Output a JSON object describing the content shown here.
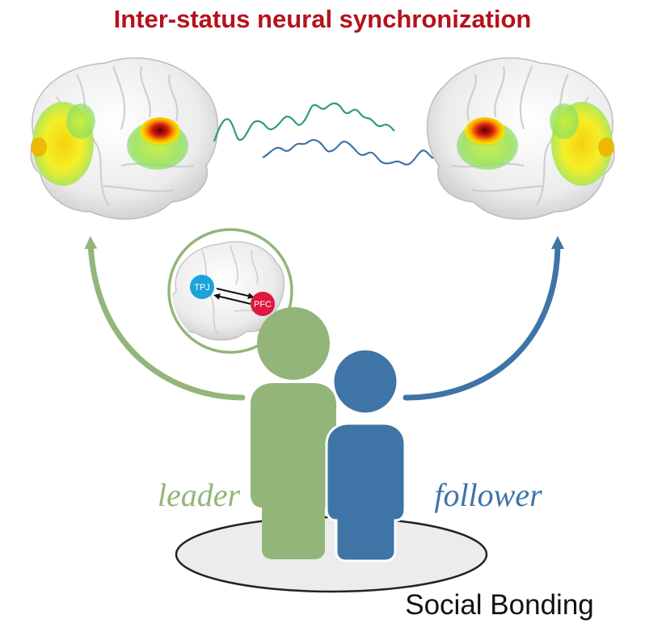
{
  "title": "Inter-status neural synchronization",
  "labels": {
    "leader": "leader",
    "follower": "follower",
    "bottom": "Social Bonding"
  },
  "inset": {
    "node_a": "TPJ",
    "node_b": "PFC"
  },
  "colors": {
    "title": "#b5121b",
    "leader": "#93b57a",
    "follower": "#3f74a6",
    "wave_leader": "#2f9b7e",
    "wave_follower": "#3f74a6",
    "tpj_node": "#1aa3dc",
    "pfc_node": "#e0173f"
  }
}
